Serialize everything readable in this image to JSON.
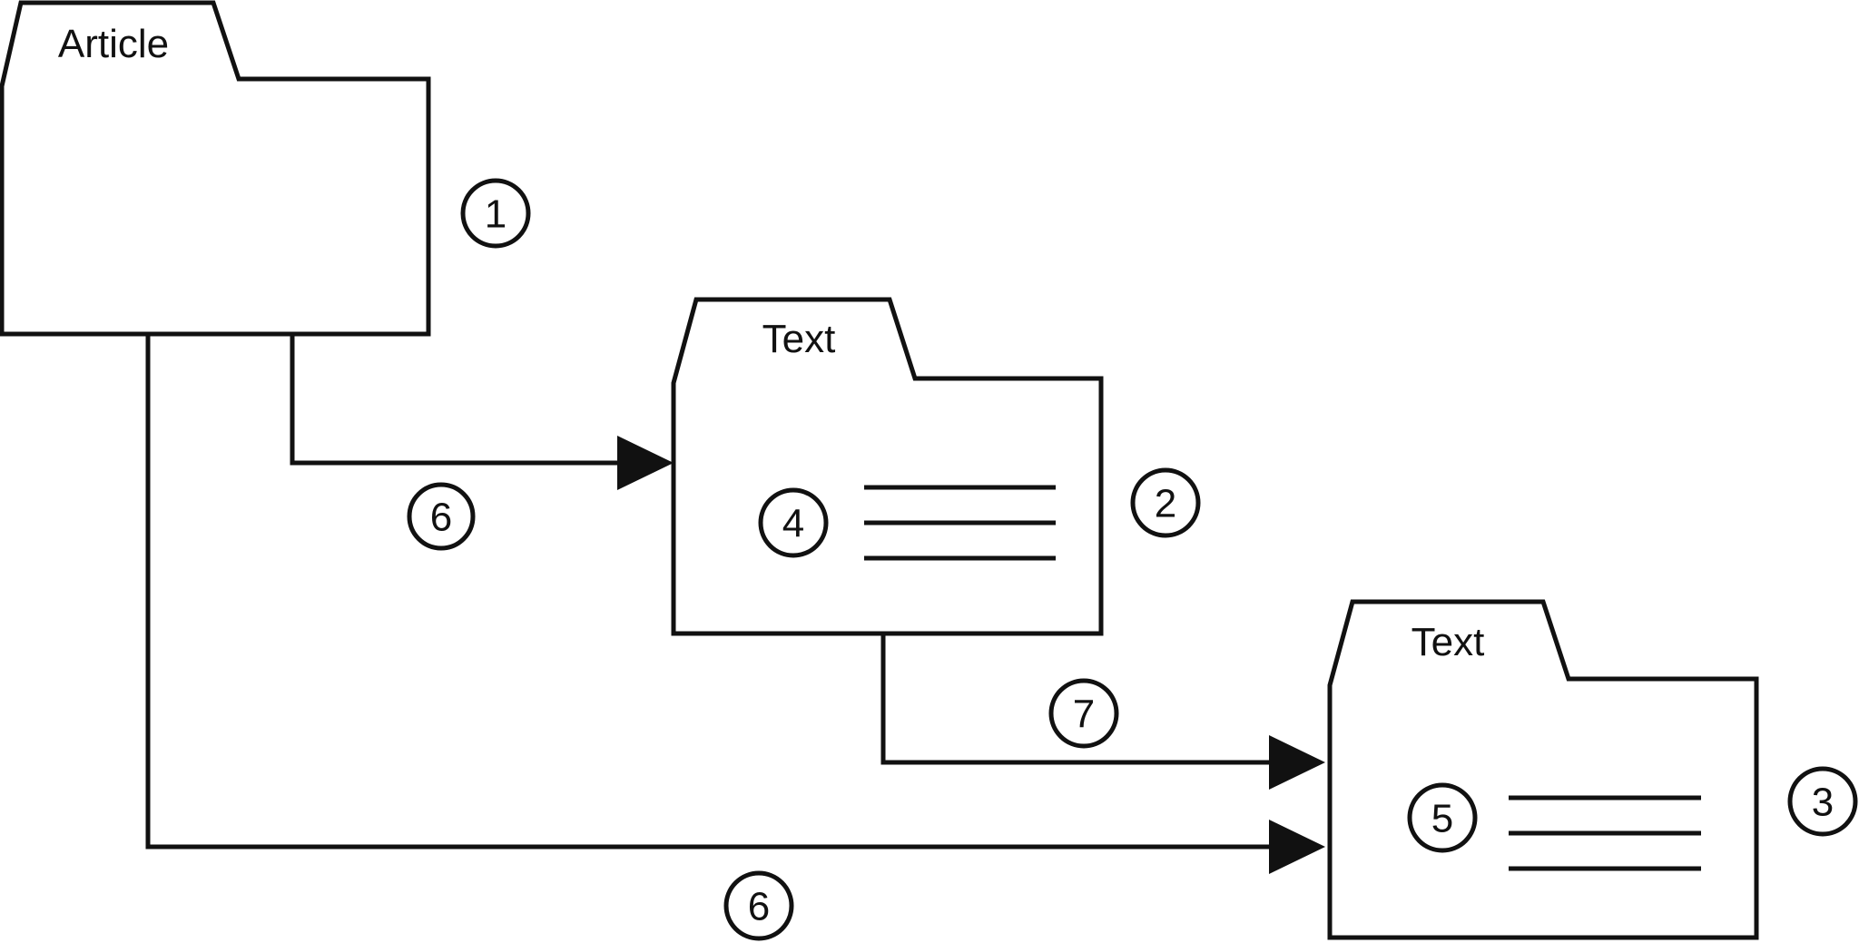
{
  "diagram": {
    "background_color": "#ffffff",
    "stroke_color": "#111111",
    "folders": [
      {
        "label": "Article",
        "badge": "1"
      },
      {
        "label": "Text",
        "badge": "2",
        "inner_badge": "4"
      },
      {
        "label": "Text",
        "badge": "3",
        "inner_badge": "5"
      }
    ],
    "connectors": [
      {
        "label": "6",
        "from": "article-folder",
        "to": "text-folder-2"
      },
      {
        "label": "7",
        "from": "text-folder-2",
        "to": "text-folder-3"
      },
      {
        "label": "6",
        "from": "article-folder",
        "to": "text-folder-3"
      }
    ]
  }
}
